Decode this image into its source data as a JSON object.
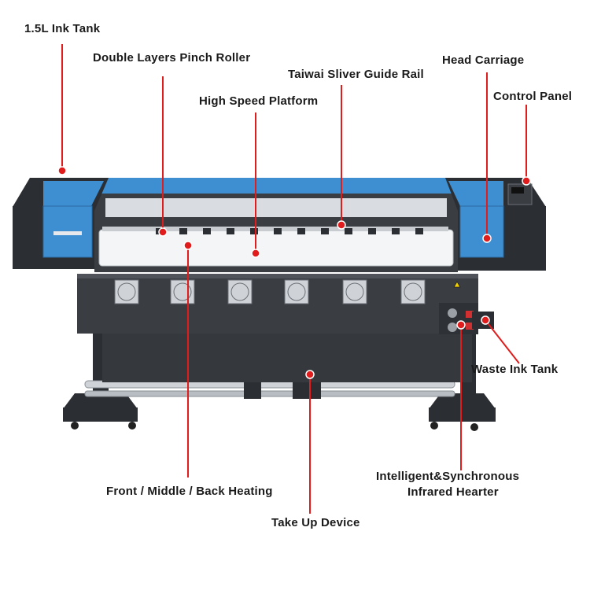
{
  "labels": {
    "ink_tank": "1.5L Ink Tank",
    "pinch_roller": "Double Layers Pinch Roller",
    "guide_rail": "Taiwai Sliver Guide Rail",
    "head_carriage": "Head Carriage",
    "platform": "High Speed Platform",
    "control_panel": "Control Panel",
    "waste_ink_tank": "Waste Ink Tank",
    "infrared_line1": "Intelligent&Synchronous",
    "infrared_line2": "Infrared Hearter",
    "heating": "Front / Middle / Back Heating",
    "take_up": "Take Up Device"
  },
  "colors": {
    "accent": "#e01c1c",
    "machine_blue": "#3d8fd1",
    "machine_dark": "#2b2e33",
    "label_text": "#1a1a1a"
  }
}
